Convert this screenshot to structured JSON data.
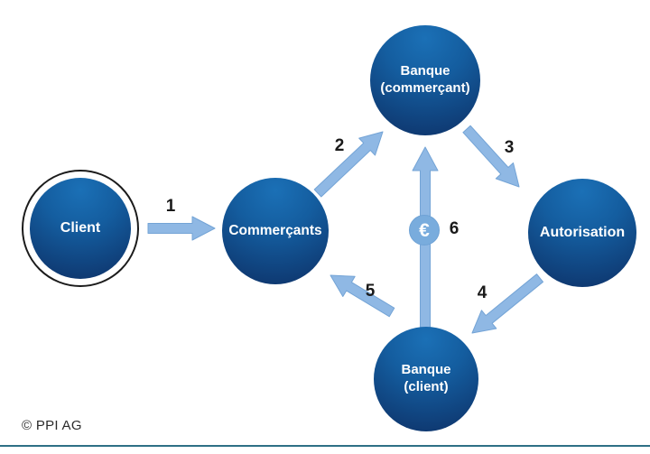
{
  "diagram": {
    "nodes": {
      "client": {
        "label": "Client"
      },
      "commercants": {
        "label": "Commerçants"
      },
      "banque_commercant": {
        "line1": "Banque",
        "line2": "(commerçant)"
      },
      "autorisation": {
        "label": "Autorisation"
      },
      "banque_client": {
        "label": "Banque (client)"
      }
    },
    "arrows": {
      "a1": {
        "label": "1",
        "from": "Client",
        "to": "Commerçants"
      },
      "a2": {
        "label": "2",
        "from": "Commerçants",
        "to": "Banque (commerçant)"
      },
      "a3": {
        "label": "3",
        "from": "Banque (commerçant)",
        "to": "Autorisation"
      },
      "a4": {
        "label": "4",
        "from": "Autorisation",
        "to": "Banque (client)"
      },
      "a5": {
        "label": "5",
        "from": "Banque (client)",
        "to": "Commerçants"
      },
      "a6": {
        "label": "6",
        "from": "Banque (client)",
        "to": "Banque (commerçant)"
      }
    },
    "euro_badge": {
      "symbol": "€"
    }
  },
  "footer": {
    "copyright": "© PPI AG"
  },
  "colors": {
    "node_gradient_light": "#1b70b6",
    "node_gradient_dark": "#0d3066",
    "arrow_fill": "#8fb8e4",
    "arrow_edge": "#74a4d6",
    "euro_badge_fill": "#79acdd",
    "accent_line": "#2e7085",
    "node_text": "#ffffff",
    "label_text": "#1a1a1a"
  }
}
